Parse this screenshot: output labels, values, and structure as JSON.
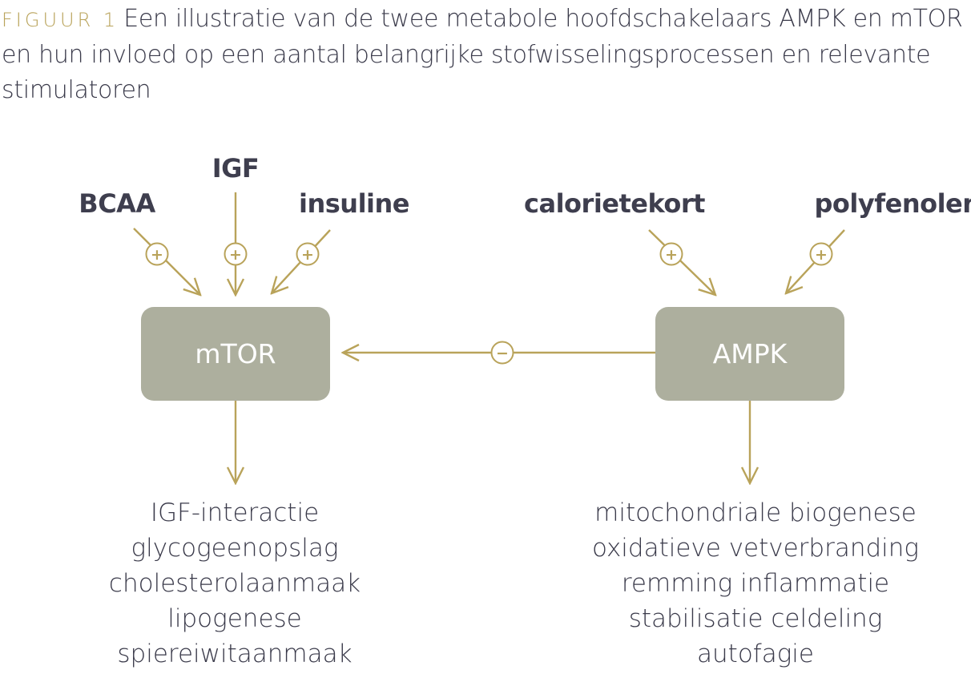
{
  "caption": {
    "label": "FIGUUR 1",
    "text": "Een illustratie van de twee metabole hoofdschakelaars AMPK en mTOR en hun invloed op een aantal belangrijke stofwisselingsprocessen en relevante stimulatoren"
  },
  "colors": {
    "accent": "#b9a35a",
    "node_fill": "#adaf9e",
    "text": "#3a3a4a"
  },
  "nodes": {
    "mtor": {
      "label": "mTOR"
    },
    "ampk": {
      "label": "AMPK"
    }
  },
  "inputs": {
    "bcaa": {
      "label": "BCAA",
      "sign": "+"
    },
    "igf": {
      "label": "IGF",
      "sign": "+"
    },
    "insuline": {
      "label": "insuline",
      "sign": "+"
    },
    "calorietekort": {
      "label": "calorietekort",
      "sign": "+"
    },
    "polyfenolen": {
      "label": "polyfenolen",
      "sign": "+"
    }
  },
  "inhibition": {
    "sign": "−"
  },
  "outputs": {
    "mtor": [
      "IGF-interactie",
      "glycogeenopslag",
      "cholesterolaanmaak",
      "lipogenese",
      "spiereiwitaanmaak"
    ],
    "ampk": [
      "mitochondriale biogenese",
      "oxidatieve vetverbranding",
      "remming inflammatie",
      "stabilisatie celdeling",
      "autofagie"
    ]
  }
}
